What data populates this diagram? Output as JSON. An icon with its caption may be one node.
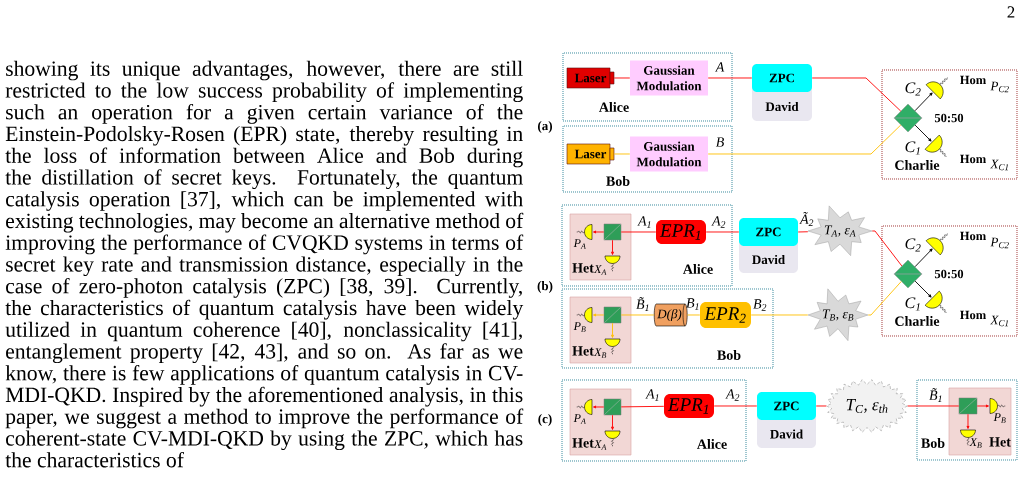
{
  "diagram": {
    "nodes": [
      {
        "text": [
          "Alice"
        ]
      },
      {
        "text": [
          "Laser"
        ],
        "in": 0
      },
      {
        "text": [
          "Gaussian Modulation"
        ],
        "in": 0
      },
      {
        "text": [
          "Bob"
        ]
      },
      {
        "text": [
          "Laser"
        ],
        "in": 3
      },
      {
        "text": [
          "Gaussian Modulation"
        ],
        "in": 3
      },
      {
        "text": [
          "ZPC",
          "David"
        ]
      },
      {
        "text": [
          "Charlie"
        ]
      },
      {
        "text": [],
        "shape": "diamond",
        "in": 7,
        "beside": [
          "50:50"
        ]
      },
      {
        "text": [],
        "shape": "semicircle",
        "in": 7,
        "beside": [
          "C$_{2}$",
          "Hom",
          "P$_{C2}$"
        ]
      },
      {
        "text": [],
        "shape": "semicircle",
        "in": 7,
        "beside": [
          "C$_{1}$",
          "Hom",
          "X$_{C1}$"
        ]
      },
      {
        "text": [
          "Alice"
        ]
      },
      {
        "text": [
          "Het"
        ],
        "in": 11
      },
      {
        "text": [],
        "shape": "box",
        "in": 12
      },
      {
        "text": [],
        "shape": "semicircle",
        "in": 12,
        "beside": [
          "P$_{A}$"
        ]
      },
      {
        "text": [],
        "shape": "semicircle",
        "in": 12,
        "beside": [
          "X$_{A}$"
        ]
      },
      {
        "text": [
          "EPR$_{1}$"
        ],
        "in": 11
      },
      {
        "text": [
          "ZPC",
          "David"
        ]
      },
      {
        "text": [
          "T$_{A}$, ε$_{A}$"
        ]
      },
      {
        "text": [
          "Charlie"
        ]
      },
      {
        "text": [],
        "shape": "diamond",
        "in": 19,
        "beside": [
          "50:50"
        ]
      },
      {
        "text": [],
        "shape": "semicircle",
        "in": 19,
        "beside": [
          "C$_{2}$",
          "Hom",
          "P$_{C2}$"
        ]
      },
      {
        "text": [],
        "shape": "semicircle",
        "in": 19,
        "beside": [
          "C$_{1}$",
          "Hom",
          "X$_{C1}$"
        ]
      },
      {
        "text": [
          "Bob"
        ]
      },
      {
        "text": [
          "Het"
        ],
        "in": 23
      },
      {
        "text": [],
        "shape": "box",
        "in": 24
      },
      {
        "text": [],
        "shape": "semicircle",
        "in": 24,
        "beside": [
          "P$_{B}$"
        ]
      },
      {
        "text": [],
        "shape": "semicircle",
        "in": 24,
        "beside": [
          "X$_{B}$"
        ]
      },
      {
        "text": [
          "D(β)"
        ],
        "in": 23
      },
      {
        "text": [
          "EPR$_{2}$"
        ],
        "in": 23
      },
      {
        "text": [
          "T$_{B}$, ε$_{B}$"
        ]
      },
      {
        "text": [
          "Alice"
        ]
      },
      {
        "text": [
          "Het"
        ],
        "in": 31
      },
      {
        "text": [],
        "shape": "box",
        "in": 32
      },
      {
        "text": [],
        "shape": "semicircle",
        "in": 32,
        "beside": [
          "P$_{A}$"
        ]
      },
      {
        "text": [],
        "shape": "semicircle",
        "in": 32,
        "beside": [
          "X$_{A}$"
        ]
      },
      {
        "text": [
          "EPR$_{1}$"
        ],
        "in": 31
      },
      {
        "text": [
          "ZPC",
          "David"
        ]
      },
      {
        "text": [
          "T$_{C}$, ε$_{th}$"
        ]
      },
      {
        "text": [
          "Bob"
        ]
      },
      {
        "text": [
          "Het"
        ],
        "in": 39
      },
      {
        "text": [],
        "shape": "box",
        "in": 40
      },
      {
        "text": [],
        "shape": "semicircle",
        "in": 40,
        "beside": [
          "P$_{B}$"
        ]
      },
      {
        "text": [],
        "shape": "semicircle",
        "in": 40,
        "beside": [
          "X$_{B}$"
        ]
      }
    ],
    "edges": [
      {
        "from": 1,
        "to": 2,
        "arrow": "none"
      },
      {
        "from": 2,
        "to": 6,
        "arrow": "none",
        "label": "A"
      },
      {
        "from": 6,
        "to": 8,
        "arrow": "none"
      },
      {
        "from": 4,
        "to": 5,
        "arrow": "none",
        "color": "#ffc000"
      },
      {
        "from": 5,
        "to": 8,
        "arrow": "none",
        "label": "B",
        "color": "#ffc000"
      },
      {
        "from": 8,
        "to": 9,
        "arrow": "to",
        "color": "#000000"
      },
      {
        "from": 8,
        "to": 10,
        "arrow": "to",
        "color": "#000000"
      },
      {
        "from": 16,
        "to": 13,
        "arrow": "none",
        "label": "A$_{1}$"
      },
      {
        "from": 13,
        "to": 14,
        "arrow": "to"
      },
      {
        "from": 13,
        "to": 15,
        "arrow": "to"
      },
      {
        "from": 16,
        "to": 17,
        "arrow": "none",
        "label": "A$_{2}$"
      },
      {
        "from": 17,
        "to": 18,
        "arrow": "none",
        "label": "Ã$_{2}$"
      },
      {
        "from": 18,
        "to": 20,
        "arrow": "none"
      },
      {
        "from": 20,
        "to": 21,
        "arrow": "to",
        "color": "#000000"
      },
      {
        "from": 20,
        "to": 22,
        "arrow": "to",
        "color": "#000000"
      },
      {
        "from": 28,
        "to": 25,
        "arrow": "none",
        "label": "B̃$_{1}$",
        "color": "#ffc000"
      },
      {
        "from": 25,
        "to": 26,
        "arrow": "to",
        "color": "#ffc000"
      },
      {
        "from": 25,
        "to": 27,
        "arrow": "to",
        "color": "#ffc000"
      },
      {
        "from": 29,
        "to": 28,
        "arrow": "none",
        "label": "B$_{1}$",
        "color": "#ffc000"
      },
      {
        "from": 29,
        "to": 30,
        "arrow": "none",
        "label": "B$_{2}$",
        "color": "#ffc000"
      },
      {
        "from": 30,
        "to": 20,
        "arrow": "none",
        "color": "#ffc000"
      },
      {
        "from": 36,
        "to": 33,
        "arrow": "none",
        "label": "A$_{1}$"
      },
      {
        "from": 33,
        "to": 34,
        "arrow": "to"
      },
      {
        "from": 33,
        "to": 35,
        "arrow": "to"
      },
      {
        "from": 36,
        "to": 37,
        "arrow": "none",
        "label": "A$_{2}$"
      },
      {
        "from": 37,
        "to": 38,
        "arrow": "none"
      },
      {
        "from": 38,
        "to": 41,
        "arrow": "none",
        "label": "B̃$_{1}$"
      },
      {
        "from": 41,
        "to": 42,
        "arrow": "to"
      },
      {
        "from": 41,
        "to": 43,
        "arrow": "to"
      }
    ],
    "labels": [
      "2",
      "showing its unique advantages, however, there are still restricted to the low success probability of implementing such an operation for a given certain variance of the Einstein-Podolsky-Rosen (EPR) state, thereby resulting in the loss of information between Alice and Bob during the distillation of secret keys. Fortunately, the quantum catalysis operation [37], which can be implemented with existing technologies, may become an alternative method of improving the performance of CVQKD systems in terms of secret key rate and transmission distance, especially in the case of zero-photon catalysis (ZPC) [38, 39]. Currently, the characteristics of quantum catalysis have been widely utilized in quantum coherence [40], nonclassicality [41], entanglement property [42, 43], and so on. As far as we know, there is few applications of quantum catalysis in CV-MDI-QKD. Inspired by the aforementioned analysis, in this paper, we suggest a method to improve the performance of coherent-state CV-MDI-QKD by using the ZPC, which has the characteristics of",
      "(a)",
      "(b)",
      "(c)"
    ]
  }
}
